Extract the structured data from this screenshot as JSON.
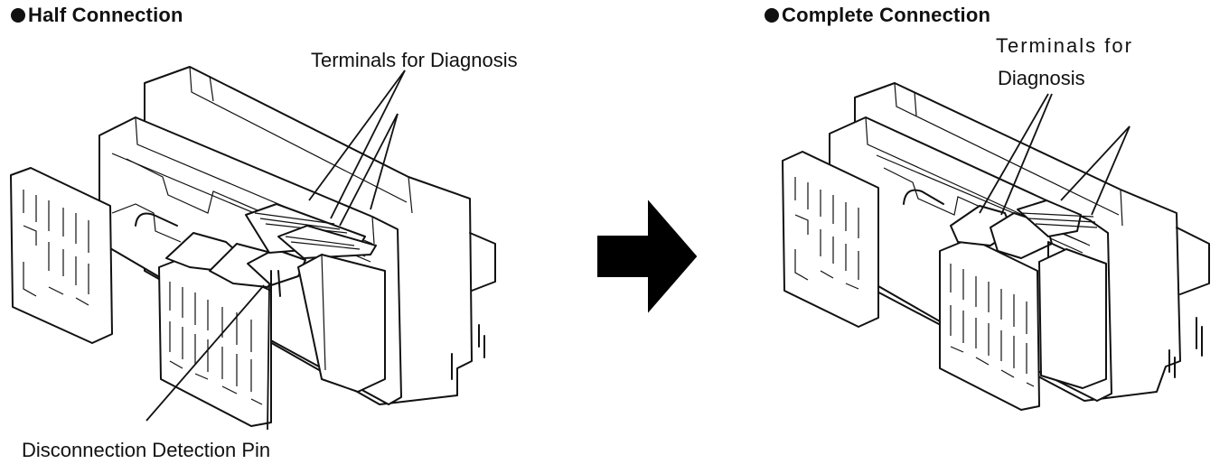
{
  "left_panel": {
    "title": "Half Connection",
    "label_terminals": "Terminals for Diagnosis",
    "label_pin": "Disconnection Detection Pin"
  },
  "right_panel": {
    "title": "Complete Connection",
    "label_terminals_line1": "Terminals for",
    "label_terminals_line2": "Diagnosis"
  },
  "arrow": {
    "direction": "right",
    "color": "#000000"
  },
  "icons": [
    "connector-half-illustration",
    "connector-complete-illustration",
    "right-arrow-icon"
  ]
}
